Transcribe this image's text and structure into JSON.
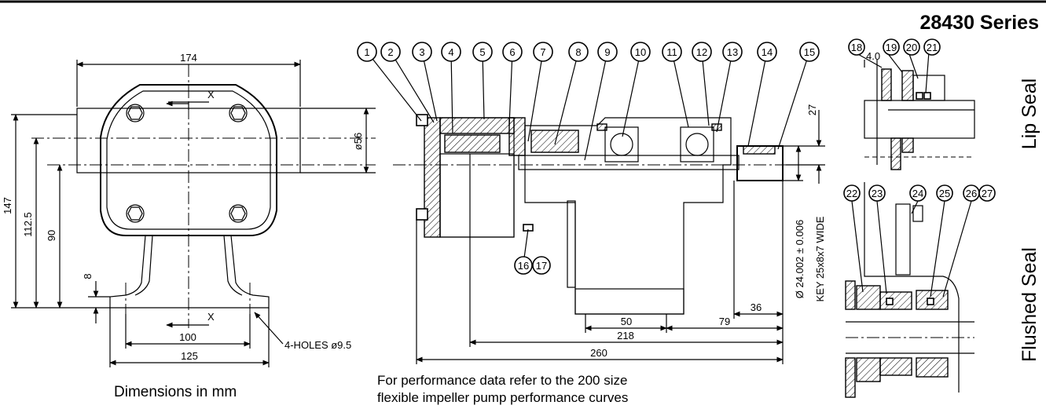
{
  "header": {
    "title": "28430 Series",
    "rule_color": "#000000"
  },
  "front_view": {
    "dims": {
      "width_top": "174",
      "port_dia": "ø56",
      "height_total": "147",
      "height_port": "112.5",
      "height_shaft": "90",
      "base_thk": "8",
      "hole_spacing": "100",
      "base_width": "125",
      "holes": "4-HOLES ø9.5"
    },
    "section_top": "X",
    "section_bottom": "X"
  },
  "side_view": {
    "balloons": [
      "1",
      "2",
      "3",
      "4",
      "5",
      "6",
      "7",
      "8",
      "9",
      "10",
      "11",
      "12",
      "13",
      "14",
      "15"
    ],
    "balloons_low": [
      "16",
      "17"
    ],
    "dims": {
      "key_height": "27",
      "shaft_ext": "36",
      "foot_width": "50",
      "shaft_to_end": "79",
      "overall_a": "218",
      "overall_b": "260",
      "shaft_dia": "Ø 24.002 ± 0.006",
      "key": "KEY 25x8x7 WIDE"
    }
  },
  "lip_seal": {
    "label": "Lip Seal",
    "dim": "4.0",
    "balloons": [
      "18",
      "19",
      "20",
      "21"
    ]
  },
  "flushed_seal": {
    "label": "Flushed Seal",
    "balloons": [
      "22",
      "23",
      "24",
      "25",
      "26",
      "27"
    ]
  },
  "footer": {
    "units": "Dimensions in mm",
    "note_line1": "For performance data refer to the 200 size",
    "note_line2": "flexible impeller pump performance curves"
  }
}
